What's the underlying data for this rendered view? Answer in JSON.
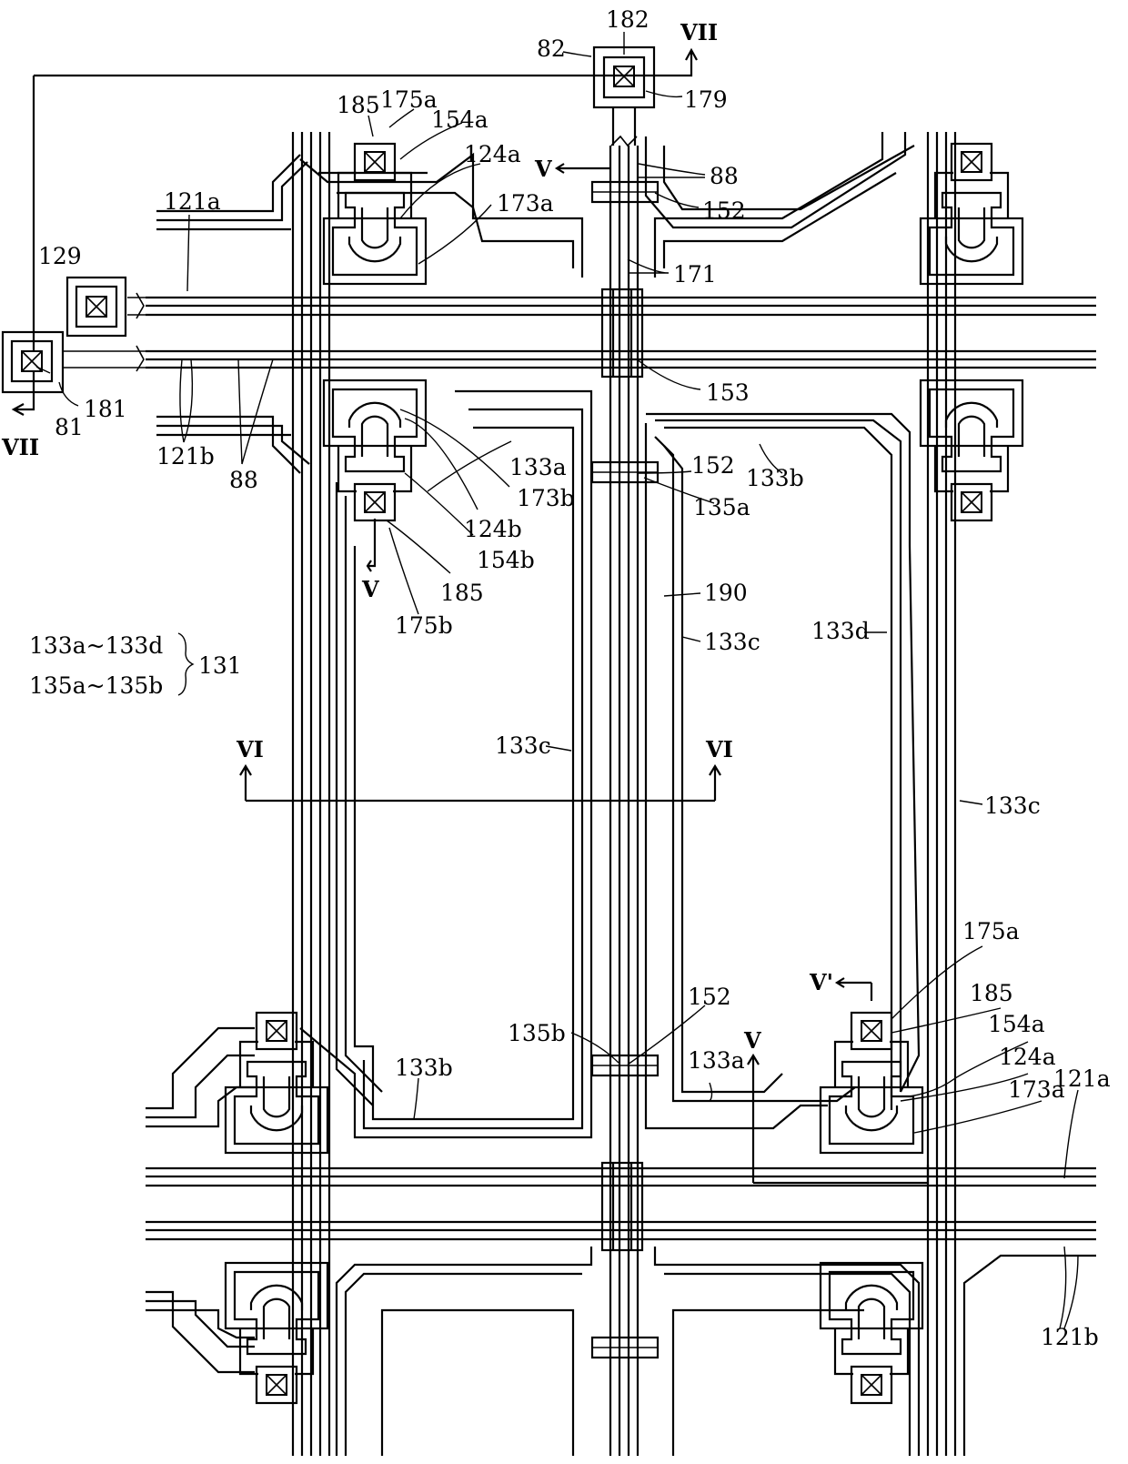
{
  "figure": {
    "labels": {
      "l182": "182",
      "l82": "82",
      "l179": "179",
      "lVII_top": "VII",
      "l185_a": "185",
      "l175a_a": "175a",
      "l154a_a": "154a",
      "l124a_a": "124a",
      "l173a_a": "173a",
      "l121a_a": "121a",
      "l88_top": "88",
      "l152_top": "152",
      "lV_top": "V",
      "l171": "171",
      "l129": "129",
      "l181": "181",
      "l81": "81",
      "lVII_left": "VII",
      "l121b_a": "121b",
      "l88_left": "88",
      "l153": "153",
      "l133a_a": "133a",
      "l173b": "173b",
      "l124b": "124b",
      "l154b": "154b",
      "l185_b": "185",
      "lV_mid": "V",
      "l175b": "175b",
      "l152_mid": "152",
      "l133b_a": "133b",
      "l135a": "135a",
      "l190": "190",
      "l133c_a": "133c",
      "l133d": "133d",
      "l133c_b": "133c",
      "l133c_c": "133c",
      "lVI_left": "VI",
      "lVI_right": "VI",
      "legend_line1": "133a~133d",
      "legend_line2": "135a~135b",
      "legend_ref": "131",
      "l175a_b": "175a",
      "lVprime": "V'",
      "l185_c": "185",
      "l154a_b": "154a",
      "l124a_b": "124a",
      "l173a_b": "173a",
      "l121a_b": "121a",
      "l152_bot": "152",
      "l135b": "135b",
      "l133b_b": "133b",
      "l133a_b": "133a",
      "lV_bot": "V",
      "l121b_b": "121b"
    }
  }
}
